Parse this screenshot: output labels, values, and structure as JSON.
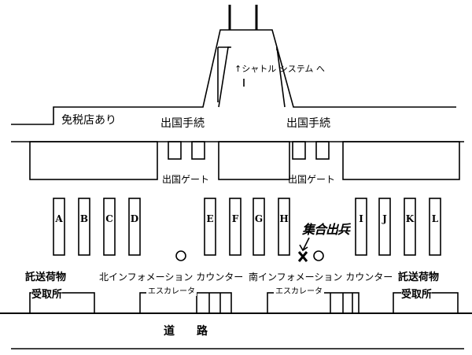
{
  "labels": {
    "shuttle": "↑シャトル システム へ",
    "duty_free": "免税店あり",
    "departure_proc_left": "出国手続",
    "departure_proc_right": "出国手続",
    "departure_gate_left": "出国ゲート",
    "departure_gate_right": "出国ゲート",
    "meeting_point": "集合出兵",
    "north_info": "北インフォメーション カウンター",
    "south_info": "南インフォメーション カウンター",
    "baggage_left_line1": "託送荷物",
    "baggage_left_line2": "受取所",
    "baggage_right_line1": "託送荷物",
    "baggage_right_line2": "受取所",
    "escalator_left": "エスカレータ",
    "escalator_right": "エスカレータ",
    "road": "道　　路"
  },
  "counters": [
    {
      "name": "counter-a",
      "letter": "A"
    },
    {
      "name": "counter-b",
      "letter": "B"
    },
    {
      "name": "counter-c",
      "letter": "C"
    },
    {
      "name": "counter-d",
      "letter": "D"
    },
    {
      "name": "counter-e",
      "letter": "E"
    },
    {
      "name": "counter-f",
      "letter": "F"
    },
    {
      "name": "counter-g",
      "letter": "G"
    },
    {
      "name": "counter-h",
      "letter": "H"
    },
    {
      "name": "counter-i",
      "letter": "I"
    },
    {
      "name": "counter-j",
      "letter": "J"
    },
    {
      "name": "counter-k",
      "letter": "K"
    },
    {
      "name": "counter-l",
      "letter": "L"
    }
  ],
  "colors": {
    "line": "#000000",
    "background": "#ffffff"
  }
}
